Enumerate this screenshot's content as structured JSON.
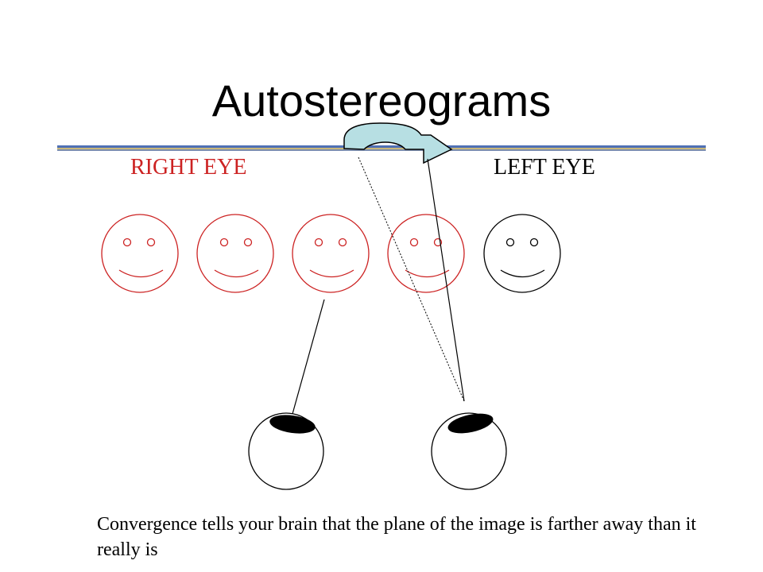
{
  "title": "Autostereograms",
  "labels": {
    "right_eye": "RIGHT EYE",
    "left_eye": "LEFT EYE"
  },
  "caption": "Convergence tells your brain that the plane of the image is farther away than it really is",
  "colors": {
    "red": "#cc2222",
    "black": "#000000",
    "arrow_fill": "#b7dfe3",
    "bar_blue": "#4f70b5",
    "bar_gold": "#c9b77a"
  },
  "faces": [
    {
      "color": "red"
    },
    {
      "color": "red"
    },
    {
      "color": "red"
    },
    {
      "color": "red"
    },
    {
      "color": "black"
    }
  ],
  "eyes": [
    "right",
    "left"
  ]
}
